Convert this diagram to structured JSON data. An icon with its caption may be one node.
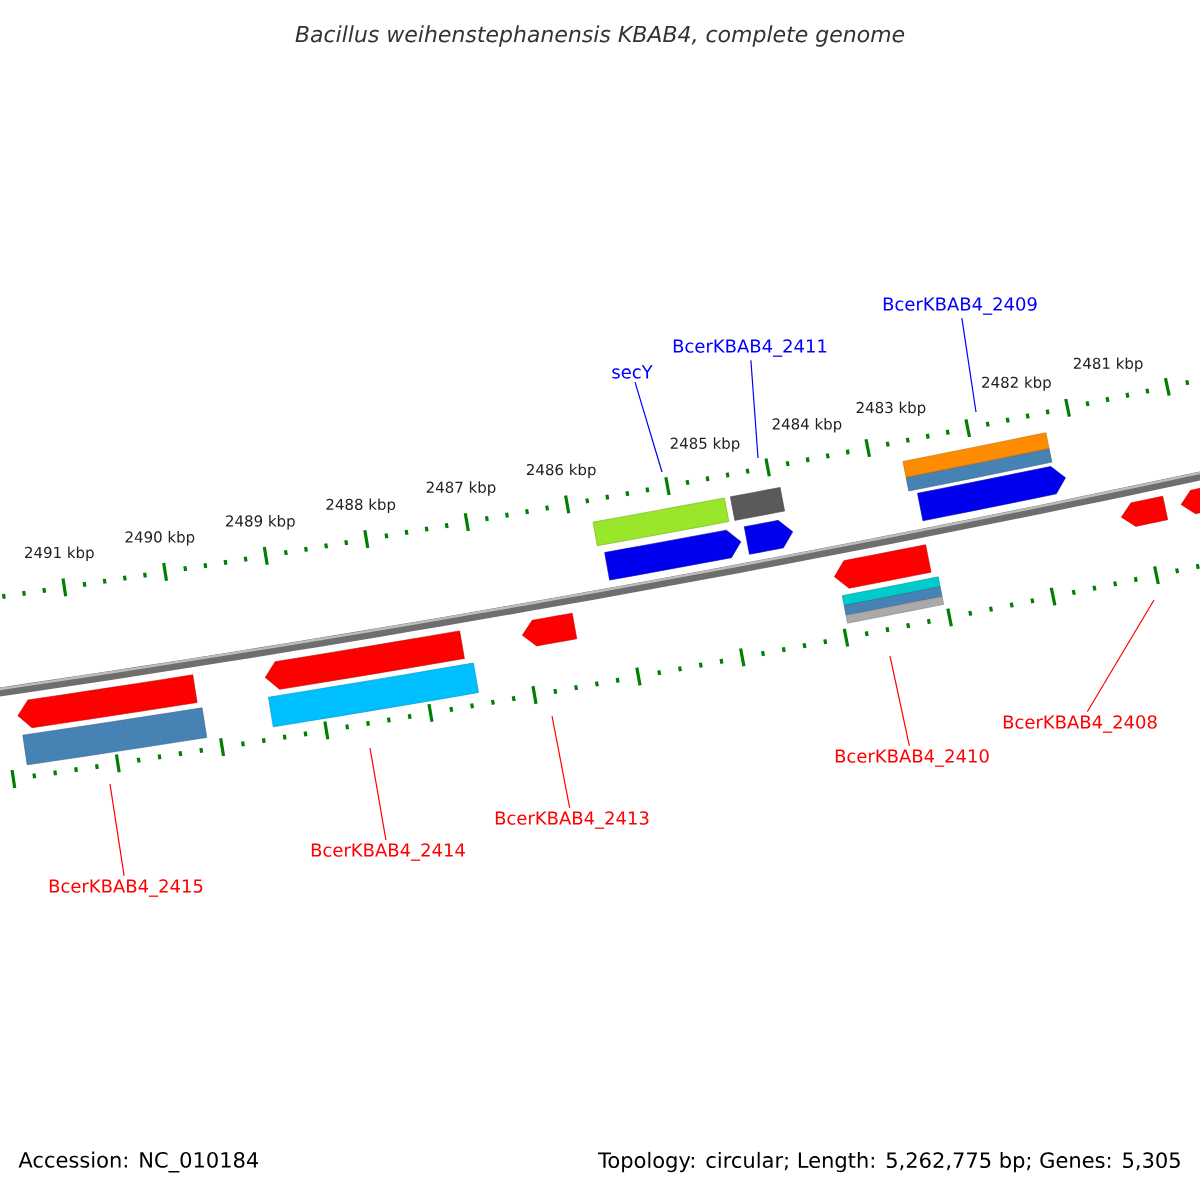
{
  "diagram": {
    "title": "Bacillus weihenstephanensis KBAB4, complete genome",
    "nodes": [
      {
        "text": [
          "secY"
        ]
      },
      {
        "text": [
          "BcerKBAB4_2411"
        ]
      },
      {
        "text": [
          "BcerKBAB4_2409"
        ]
      },
      {
        "text": [
          "BcerKBAB4_2415"
        ]
      },
      {
        "text": [
          "BcerKBAB4_2414"
        ]
      },
      {
        "text": [
          "BcerKBAB4_2413"
        ]
      },
      {
        "text": [
          "BcerKBAB4_2410"
        ]
      },
      {
        "text": [
          "BcerKBAB4_2408"
        ]
      }
    ],
    "edges": [
      {
        "from": 0,
        "to": null,
        "arrow": "none",
        "color": "#0000ff"
      },
      {
        "from": 1,
        "to": null,
        "arrow": "none",
        "color": "#0000ff"
      },
      {
        "from": 2,
        "to": null,
        "arrow": "none",
        "color": "#0000ff"
      },
      {
        "from": 3,
        "to": null,
        "arrow": "none"
      },
      {
        "from": 4,
        "to": null,
        "arrow": "none"
      },
      {
        "from": 5,
        "to": null,
        "arrow": "none"
      },
      {
        "from": 6,
        "to": null,
        "arrow": "none"
      },
      {
        "from": 7,
        "to": null,
        "arrow": "none"
      }
    ],
    "labels": [
      "2491 kbp",
      "2490 kbp",
      "2489 kbp",
      "2488 kbp",
      "2487 kbp",
      "2486 kbp",
      "2485 kbp",
      "2484 kbp",
      "2483 kbp",
      "2482 kbp",
      "2481 kbp",
      "Accession: NC_010184",
      "Topology: circular; Length: 5,262,775 bp; Genes: 5,305"
    ]
  }
}
